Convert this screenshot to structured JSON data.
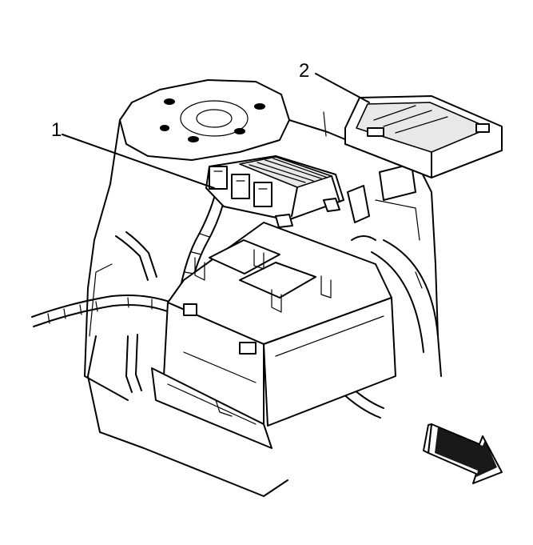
{
  "callouts": [
    {
      "id": "1",
      "label": "1"
    },
    {
      "id": "2",
      "label": "2"
    }
  ],
  "colors": {
    "line": "#000000",
    "background": "#ffffff",
    "shade": "#e8e8e8"
  },
  "icons": {
    "direction_arrow": "front-direction-arrow-icon"
  }
}
